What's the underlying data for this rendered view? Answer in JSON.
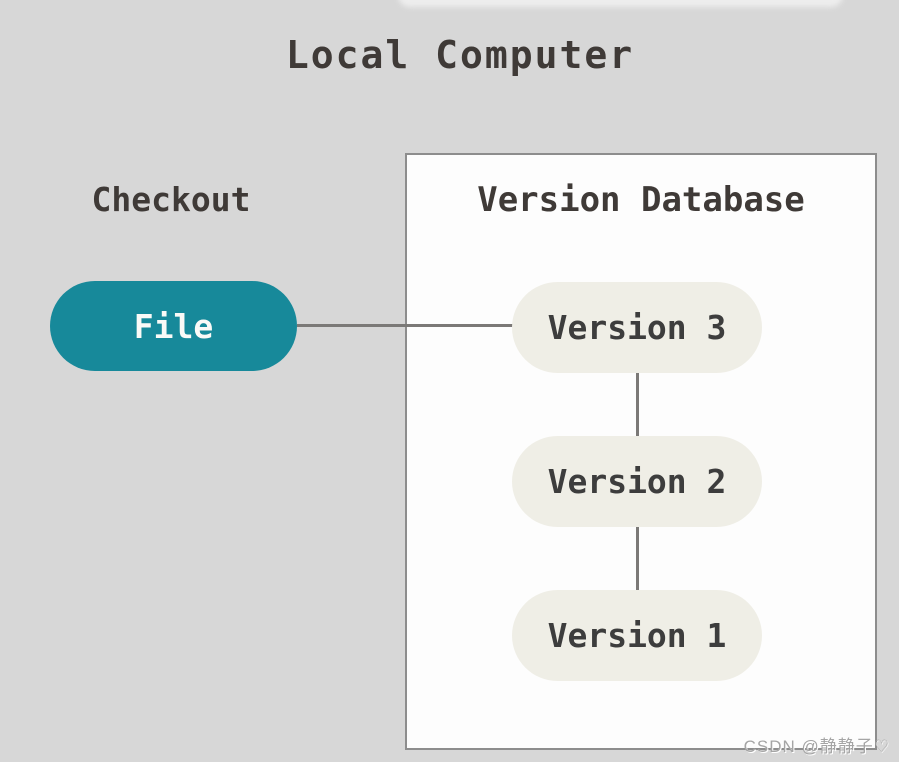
{
  "page": {
    "background_color": "#d7d7d7",
    "title": "Local Computer"
  },
  "left_column": {
    "label": "Checkout",
    "file_node": {
      "label": "File",
      "fill_color": "#17899a",
      "text_color": "#fafaf7"
    }
  },
  "version_database": {
    "title": "Version Database",
    "box_fill": "#fdfdfd",
    "box_border_color": "#8d8d8d",
    "node_fill": "#efeee6",
    "node_text_color": "#3d3d3d",
    "versions": [
      {
        "label": "Version 3"
      },
      {
        "label": "Version 2"
      },
      {
        "label": "Version 1"
      }
    ]
  },
  "connectors": {
    "color": "#7b7977",
    "edges": [
      {
        "from": "file",
        "to": "version-3",
        "orientation": "horizontal"
      },
      {
        "from": "version-3",
        "to": "version-2",
        "orientation": "vertical"
      },
      {
        "from": "version-2",
        "to": "version-1",
        "orientation": "vertical"
      }
    ]
  },
  "watermark": {
    "text": "CSDN @静静子♡",
    "color": "#a5a5a5"
  }
}
